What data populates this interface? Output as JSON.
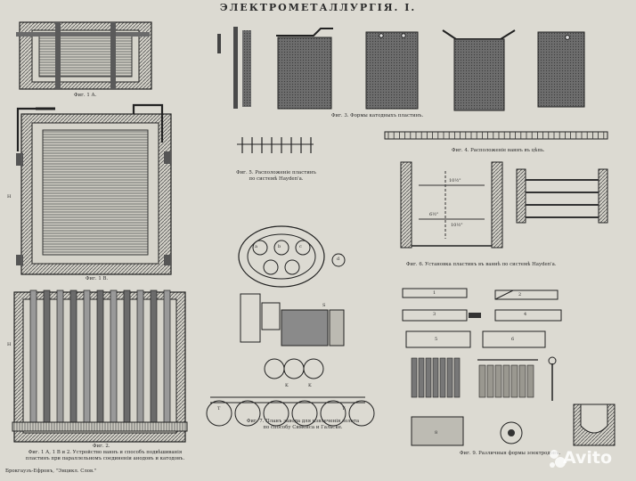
{
  "plate": {
    "title": "ЭЛЕКТРОМЕТАЛЛУРГІЯ. I.",
    "publisher": "Брокгаузъ-Ефронъ, \"Энцикл. Слов.\"",
    "watermark": "Avito"
  },
  "captions": {
    "fig1a": "Фиг. 1 А.",
    "fig1b": "Фиг. 1 В.",
    "fig2": "Фиг. 2.",
    "fig12_line1": "Фиг. 1 А, 1 В и 2. Устройство ваннъ и способъ подвѣшиванія",
    "fig12_line2": "пластинъ при параллельномъ соединеніи анодовъ и катодовъ.",
    "fig3": "Фиг. 3. Формы катодныхъ пластинъ.",
    "fig4": "Фиг. 4. Расположеніе ваннъ въ цѣпь.",
    "fig5_line1": "Фиг. 5. Расположеніе пластинъ",
    "fig5_line2": "по системѣ Hayden'a.",
    "fig6": "Фиг. 6. Установка пластинъ въ ваннѣ по системѣ Hayden'a.",
    "fig7_line1": "Фиг. 7. Планъ завода для извлеченія золота",
    "fig7_line2": "по способу Сименса и Гальске.",
    "fig9": "Фиг. 9. Различныя формы электродовъ."
  },
  "labels": {
    "H_left1": "H",
    "H_left2": "H",
    "dim1": "10½\"",
    "dim2": "6½\"",
    "dim3": "10½\"",
    "key_a": "a",
    "key_b": "b",
    "key_c": "c",
    "key_d": "d",
    "key_k1": "K",
    "key_k2": "K",
    "key_t1": "T",
    "key_t2": "T",
    "key_s": "S",
    "num_1": "1",
    "num_2": "2",
    "num_3": "3",
    "num_4": "4",
    "num_5": "5",
    "num_6": "6",
    "num_8": "8"
  },
  "colors": {
    "paper": "#dcdad2",
    "ink": "#2a2a2a",
    "dark_fill": "#4a4a4a",
    "hatch": "#6a6a6a"
  }
}
